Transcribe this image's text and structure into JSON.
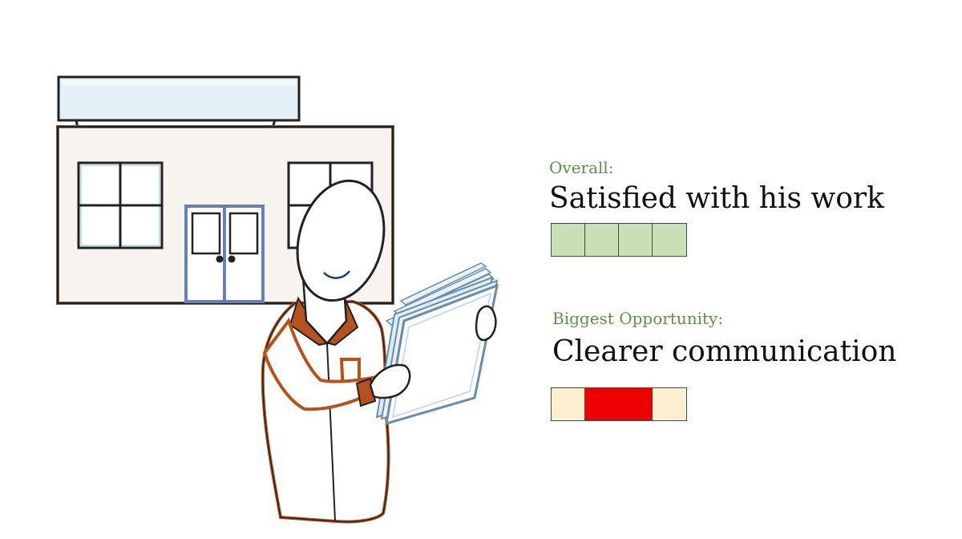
{
  "overall": {
    "label": "Overall:",
    "headline": "Satisfied with his work",
    "meter": {
      "cells": 4,
      "filled": 4,
      "fill_color": "#c8e0b4",
      "empty_color": "#c8e0b4"
    }
  },
  "opportunity": {
    "label": "Biggest Opportunity:",
    "headline": "Clearer communication",
    "meter": {
      "cells": 4,
      "colors": [
        "#fdefd0",
        "#ee0000",
        "#ee0000",
        "#fdefd0"
      ]
    }
  },
  "colors": {
    "label_green": "#5f9145",
    "shirt_accent": "#b5531d",
    "door_blue": "#6a7fb8",
    "sign_blue": "#dcecf6"
  }
}
